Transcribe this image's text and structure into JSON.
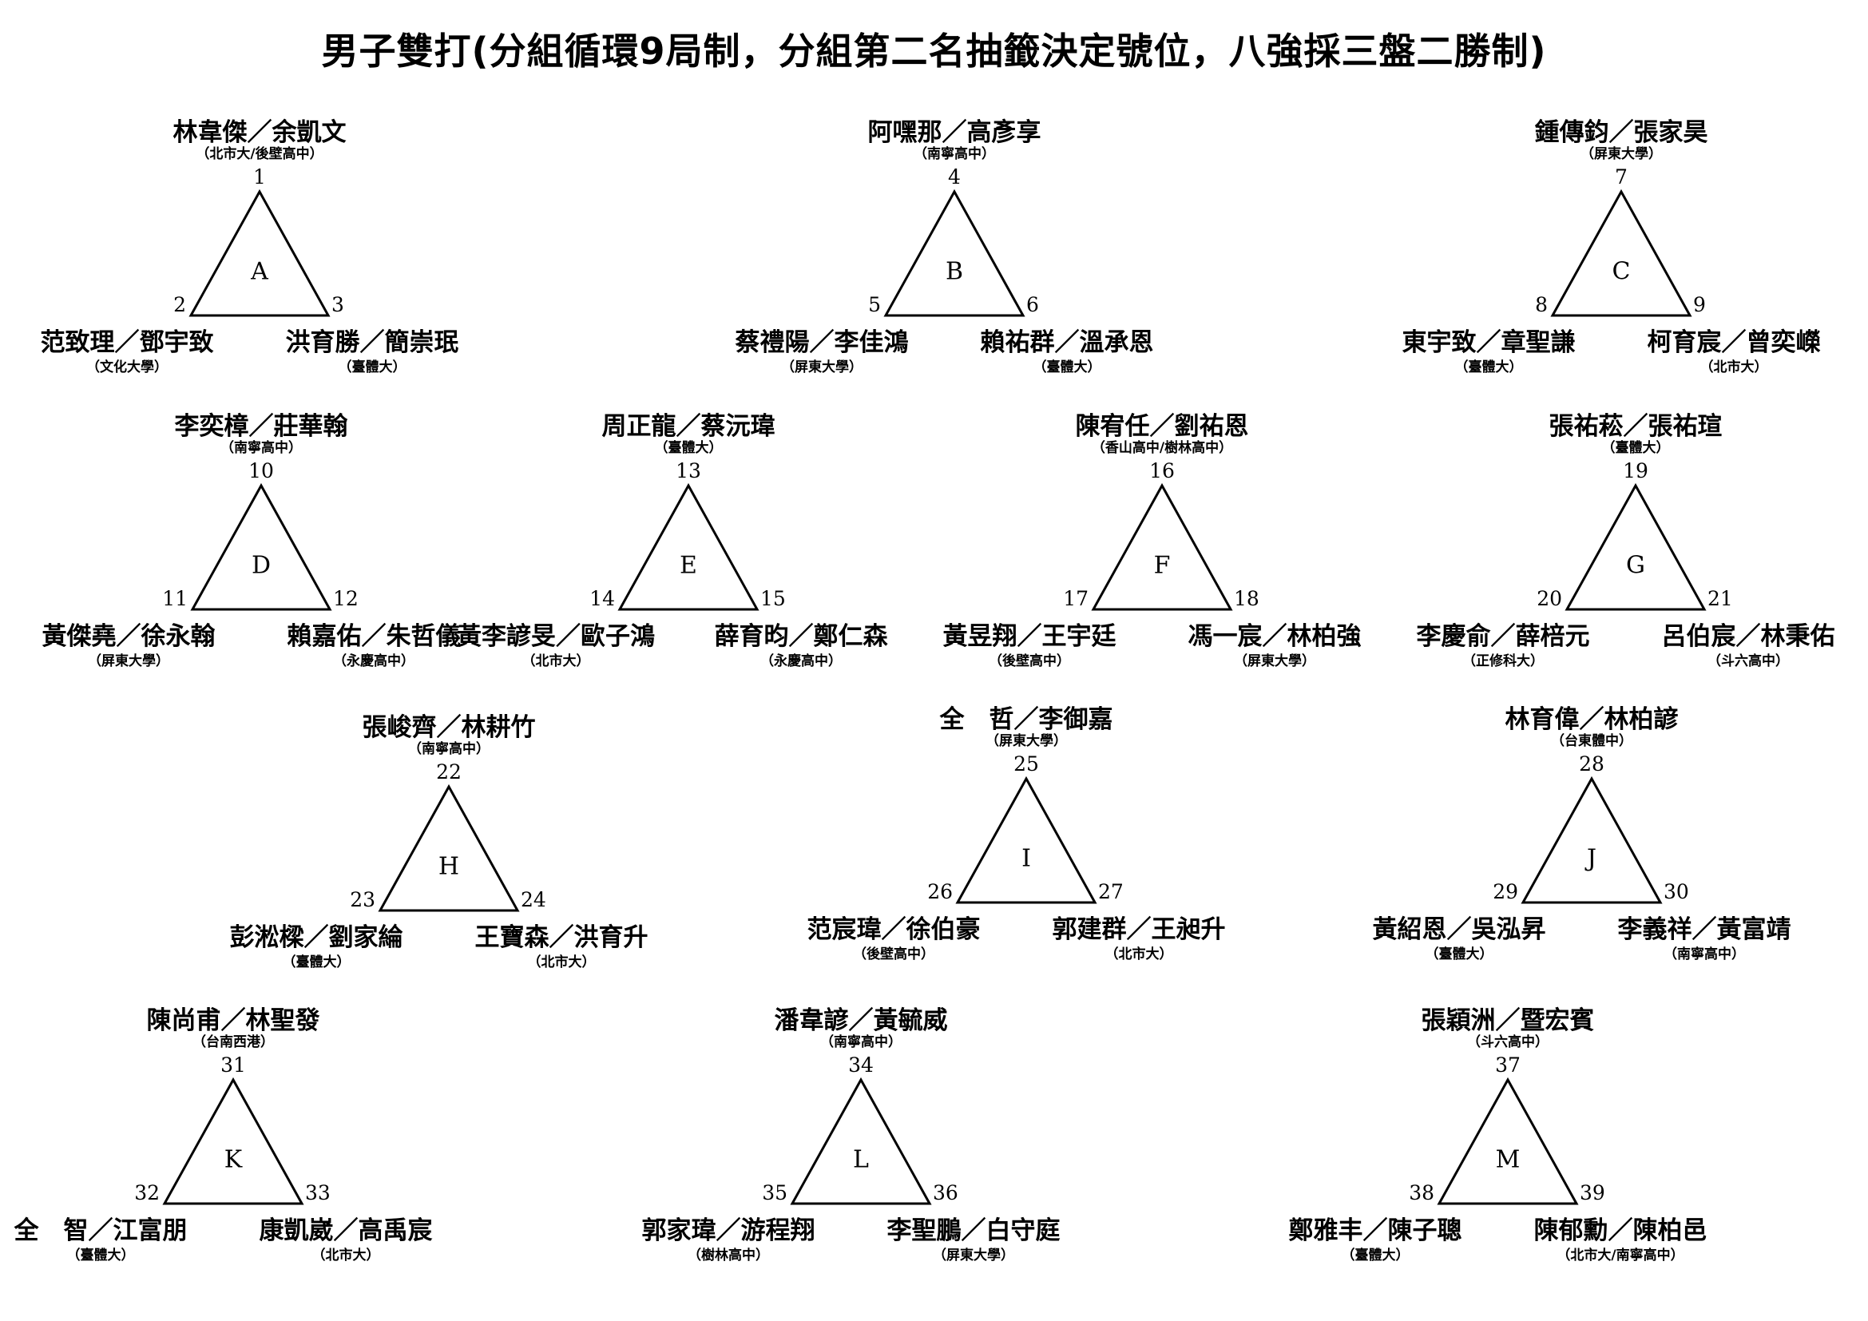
{
  "title": "男子雙打(分組循環9局制，分組第二名抽籤決定號位，八強採三盤二勝制)",
  "groups": [
    {
      "letter": "A",
      "top": {
        "num": "1",
        "name": "林韋傑／余凱文",
        "school": "（北市大/後壁高中）"
      },
      "left": {
        "num": "2",
        "name": "范致理／鄧宇致",
        "school": "（文化大學）"
      },
      "right": {
        "num": "3",
        "name": "洪育勝／簡崇珉",
        "school": "（臺體大）"
      }
    },
    {
      "letter": "B",
      "top": {
        "num": "4",
        "name": "阿嘿那／高彥享",
        "school": "（南寧高中）"
      },
      "left": {
        "num": "5",
        "name": "蔡禮陽／李佳鴻",
        "school": "（屏東大學）"
      },
      "right": {
        "num": "6",
        "name": "賴祐群／溫承恩",
        "school": "（臺體大）"
      }
    },
    {
      "letter": "C",
      "top": {
        "num": "7",
        "name": "鍾傳鈞／張家昊",
        "school": "（屏東大學）"
      },
      "left": {
        "num": "8",
        "name": "東宇致／章聖謙",
        "school": "（臺體大）"
      },
      "right": {
        "num": "9",
        "name": "柯育宸／曾奕嶸",
        "school": "（北市大）"
      }
    },
    {
      "letter": "D",
      "top": {
        "num": "10",
        "name": "李奕樟／莊華翰",
        "school": "（南寧高中）"
      },
      "left": {
        "num": "11",
        "name": "黃傑堯／徐永翰",
        "school": "（屏東大學）"
      },
      "right": {
        "num": "12",
        "name": "賴嘉佑／朱哲儀",
        "school": "（永慶高中）"
      }
    },
    {
      "letter": "E",
      "top": {
        "num": "13",
        "name": "周正龍／蔡沅瑋",
        "school": "（臺體大）"
      },
      "left": {
        "num": "14",
        "name": "黃李諺旻／歐子鴻",
        "school": "（北市大）"
      },
      "right": {
        "num": "15",
        "name": "薛育昀／鄭仁森",
        "school": "（永慶高中）"
      }
    },
    {
      "letter": "F",
      "top": {
        "num": "16",
        "name": "陳宥任／劉祐恩",
        "school": "（香山高中/樹林高中）"
      },
      "left": {
        "num": "17",
        "name": "黃昱翔／王宇廷",
        "school": "（後壁高中）"
      },
      "right": {
        "num": "18",
        "name": "馮一宸／林柏強",
        "school": "（屏東大學）"
      }
    },
    {
      "letter": "G",
      "top": {
        "num": "19",
        "name": "張祐菘／張祐瑄",
        "school": "（臺體大）"
      },
      "left": {
        "num": "20",
        "name": "李慶俞／薛棓元",
        "school": "（正修科大）"
      },
      "right": {
        "num": "21",
        "name": "呂伯宸／林秉佑",
        "school": "（斗六高中）"
      }
    },
    {
      "letter": "H",
      "top": {
        "num": "22",
        "name": "張峻齊／林耕竹",
        "school": "（南寧高中）"
      },
      "left": {
        "num": "23",
        "name": "彭淞樑／劉家綸",
        "school": "（臺體大）"
      },
      "right": {
        "num": "24",
        "name": "王寶森／洪育升",
        "school": "（北市大）"
      }
    },
    {
      "letter": "I",
      "top": {
        "num": "25",
        "name": "全　哲／李御嘉",
        "school": "（屏東大學）"
      },
      "left": {
        "num": "26",
        "name": "范宸瑋／徐伯豪",
        "school": "（後壁高中）"
      },
      "right": {
        "num": "27",
        "name": "郭建群／王昶升",
        "school": "（北市大）"
      }
    },
    {
      "letter": "J",
      "top": {
        "num": "28",
        "name": "林育偉／林柏諺",
        "school": "（台東體中）"
      },
      "left": {
        "num": "29",
        "name": "黃紹恩／吳泓昇",
        "school": "（臺體大）"
      },
      "right": {
        "num": "30",
        "name": "李義祥／黃富靖",
        "school": "（南寧高中）"
      }
    },
    {
      "letter": "K",
      "top": {
        "num": "31",
        "name": "陳尚甫／林聖發",
        "school": "（台南西港）"
      },
      "left": {
        "num": "32",
        "name": "全　智／江富朋",
        "school": "（臺體大）"
      },
      "right": {
        "num": "33",
        "name": "康凱崴／高禹宸",
        "school": "（北市大）"
      }
    },
    {
      "letter": "L",
      "top": {
        "num": "34",
        "name": "潘韋諺／黃毓威",
        "school": "（南寧高中）"
      },
      "left": {
        "num": "35",
        "name": "郭家瑋／游程翔",
        "school": "（樹林高中）"
      },
      "right": {
        "num": "36",
        "name": "李聖鵬／白守庭",
        "school": "（屏東大學）"
      }
    },
    {
      "letter": "M",
      "top": {
        "num": "37",
        "name": "張穎洲／暨宏賓",
        "school": "（斗六高中）"
      },
      "left": {
        "num": "38",
        "name": "鄭雅丰／陳子聰",
        "school": "（臺體大）"
      },
      "right": {
        "num": "39",
        "name": "陳郁勳／陳柏邑",
        "school": "（北市大/南寧高中）"
      }
    }
  ]
}
